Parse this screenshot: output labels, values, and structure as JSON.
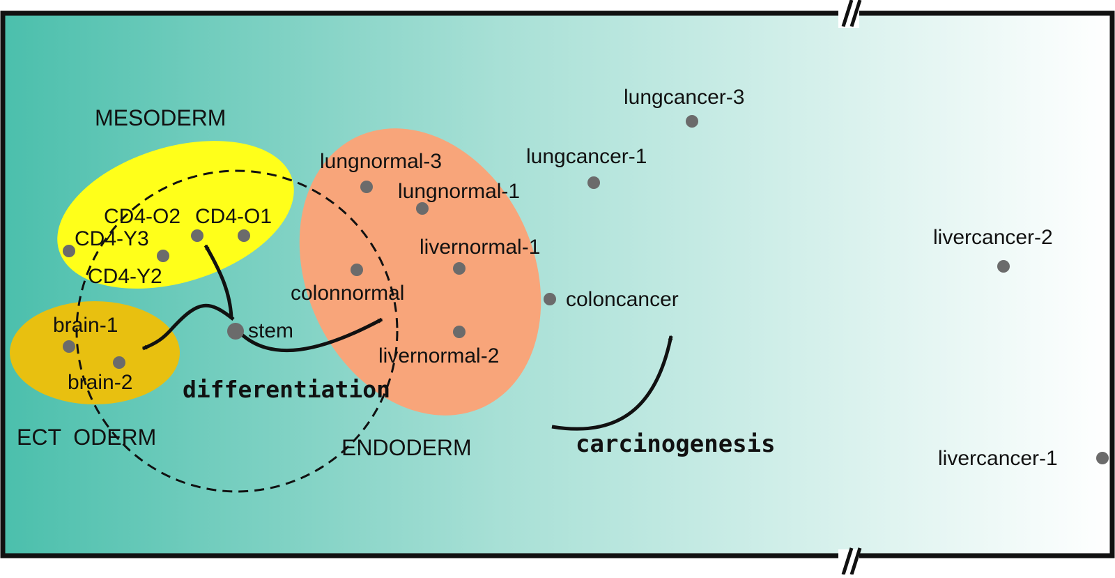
{
  "colors": {
    "frame": "#111111",
    "background_start": "#4bbfac",
    "background_end": "#ffffff",
    "mesoderm_fill": "#ffff1a",
    "ectoderm_fill": "#e8c010",
    "endoderm_fill": "#f8a57a",
    "dot": "#6b6b6b"
  },
  "regions": {
    "mesoderm": "MESODERM",
    "ectoderm": "ECT  ODERM",
    "endoderm": "ENDODERM"
  },
  "processes": {
    "differentiation": "differentiation",
    "carcinogenesis": "carcinogenesis"
  },
  "samples": {
    "stem": "stem",
    "cd4_o2": "CD4-O2",
    "cd4_o1": "CD4-O1",
    "cd4_y3": "CD4-Y3",
    "cd4_y2": "CD4-Y2",
    "brain_1": "brain-1",
    "brain_2": "brain-2",
    "lungnormal_3": "lungnormal-3",
    "lungnormal_1": "lungnormal-1",
    "livernormal_1": "livernormal-1",
    "livernormal_2": "livernormal-2",
    "colonnormal": "colonnormal",
    "coloncancer": "coloncancer",
    "lungcancer_3": "lungcancer-3",
    "lungcancer_1": "lungcancer-1",
    "livercancer_2": "livercancer-2",
    "livercancer_1": "livercancer-1"
  }
}
